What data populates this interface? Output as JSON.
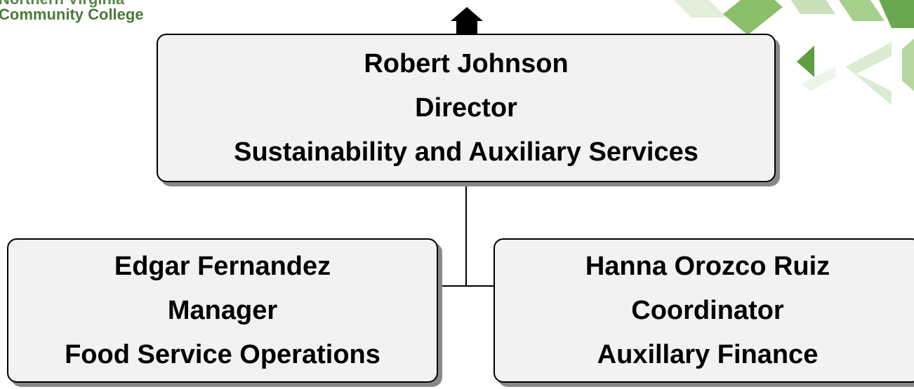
{
  "logo": {
    "line1": "Northern Virginia",
    "line2": "Community College"
  },
  "colors": {
    "box_fill": "#f2f2f2",
    "box_border": "#000000",
    "box_shadow": "#888888",
    "text": "#000000",
    "brand_green": "#4a7a3a",
    "decor_green": "#8bbf6a"
  },
  "org_chart": {
    "top": {
      "name": "Robert Johnson",
      "title": "Director",
      "department": "Sustainability and Auxiliary Services"
    },
    "reports": [
      {
        "name": "Edgar Fernandez",
        "title": "Manager",
        "department": "Food Service Operations"
      },
      {
        "name": "Hanna Orozco Ruiz",
        "title": "Coordinator",
        "department": "Auxillary Finance"
      }
    ]
  }
}
